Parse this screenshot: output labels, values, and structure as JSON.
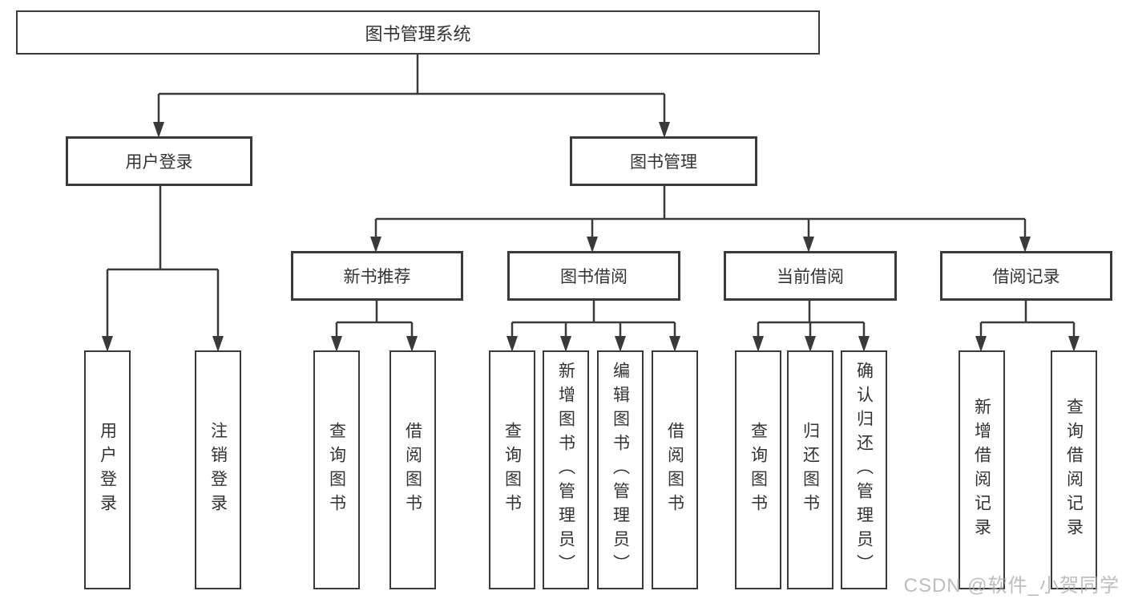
{
  "diagram": {
    "title": "图书管理系统",
    "root": {
      "label": "图书管理系统"
    },
    "branches": [
      {
        "label": "用户登录",
        "leaves": [
          {
            "label": "用户登录"
          },
          {
            "label": "注销登录"
          }
        ]
      },
      {
        "label": "图书管理",
        "groups": [
          {
            "label": "新书推荐",
            "leaves": [
              {
                "label": "查询图书"
              },
              {
                "label": "借阅图书"
              }
            ]
          },
          {
            "label": "图书借阅",
            "leaves": [
              {
                "label": "查询图书"
              },
              {
                "label": "新增图书（管理员）"
              },
              {
                "label": "编辑图书（管理员）"
              },
              {
                "label": "借阅图书"
              }
            ]
          },
          {
            "label": "当前借阅",
            "leaves": [
              {
                "label": "查询图书"
              },
              {
                "label": "归还图书"
              },
              {
                "label": "确认归还（管理员）"
              }
            ]
          },
          {
            "label": "借阅记录",
            "leaves": [
              {
                "label": "新增借阅记录"
              },
              {
                "label": "查询借阅记录"
              }
            ]
          }
        ]
      }
    ]
  },
  "watermark": "CSDN @软件_小贺同学",
  "colors": {
    "line": "#3a3a3a",
    "box_border": "#3a3a3a",
    "text": "#333333",
    "watermark": "#a8a8a8",
    "background": "#ffffff"
  }
}
